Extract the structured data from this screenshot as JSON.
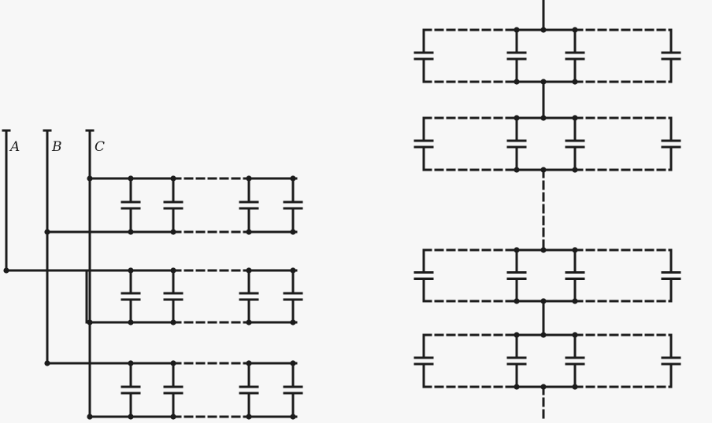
{
  "phase_labels": [
    "A",
    "B",
    "C"
  ],
  "colors": {
    "ink": "#1c1c1c",
    "background": "#f7f7f7"
  }
}
